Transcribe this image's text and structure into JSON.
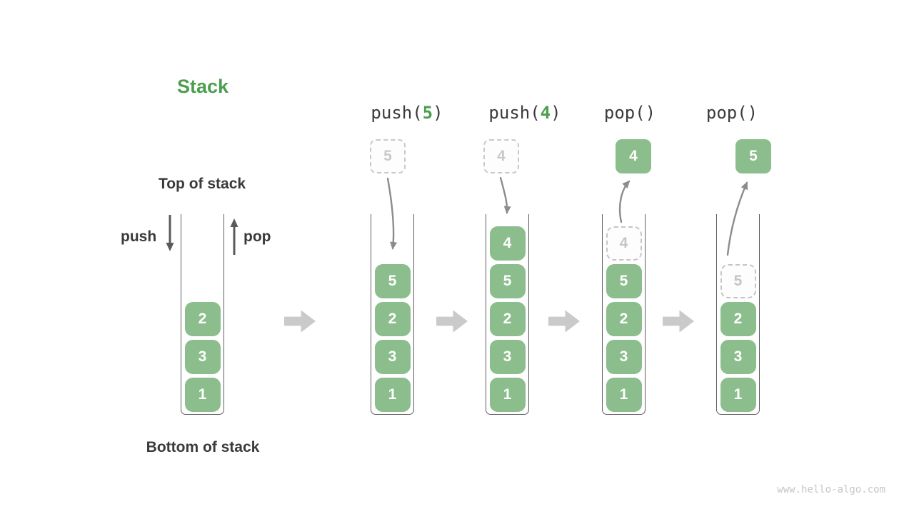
{
  "title": "Stack",
  "labels": {
    "top": "Top of stack",
    "bottom": "Bottom of stack",
    "push": "push",
    "pop": "pop"
  },
  "watermark": "www.hello-algo.com",
  "colors": {
    "block_green": "#8cbd8c",
    "accent_green": "#4c9e4f",
    "text_dark": "#3a3a3a",
    "ghost_gray": "#c5c5c5",
    "arrow_gray": "#8c8c8c",
    "step_arrow_gray": "#cacaca"
  },
  "columns": [
    {
      "stack": [
        "2",
        "3",
        "1"
      ]
    },
    {
      "op": {
        "prefix": "push(",
        "arg": "5",
        "suffix": ")"
      },
      "float_value": "5",
      "stack": [
        "5",
        "2",
        "3",
        "1"
      ]
    },
    {
      "op": {
        "prefix": "push(",
        "arg": "4",
        "suffix": ")"
      },
      "float_value": "4",
      "stack": [
        "4",
        "5",
        "2",
        "3",
        "1"
      ]
    },
    {
      "op": {
        "prefix": "pop()",
        "arg": "",
        "suffix": ""
      },
      "float_value": "4",
      "ghost": "4",
      "stack": [
        "5",
        "2",
        "3",
        "1"
      ]
    },
    {
      "op": {
        "prefix": "pop()",
        "arg": "",
        "suffix": ""
      },
      "float_value": "5",
      "ghost": "5",
      "stack": [
        "2",
        "3",
        "1"
      ]
    }
  ]
}
